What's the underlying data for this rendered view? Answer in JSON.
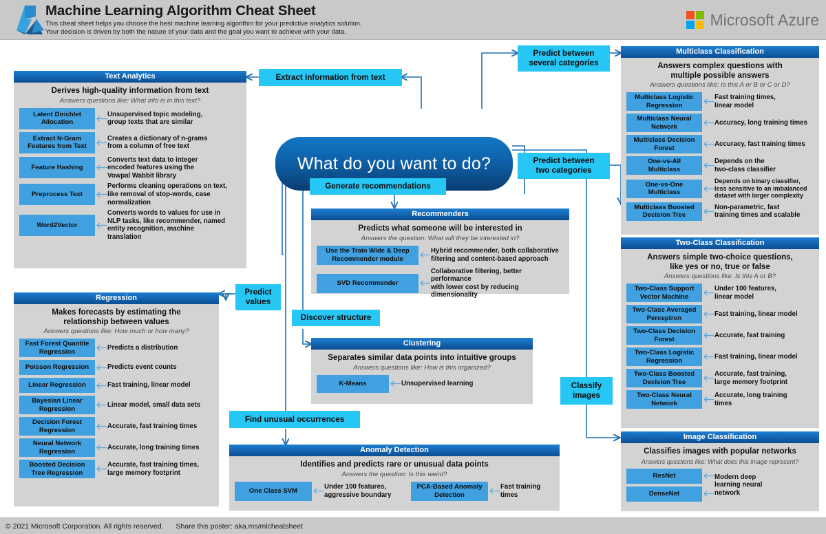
{
  "header": {
    "title": "Machine Learning Algorithm Cheat Sheet",
    "subtitle_line1": "This cheat sheet helps you choose the best machine learning algorithm for your predictive analytics solution.",
    "subtitle_line2": "Your decision is driven by both the nature of your data and the goal you want to achieve with your data.",
    "brand": "Microsoft Azure",
    "logo_icon": "azure-logo-icon",
    "brand_icon": "microsoft-squares-icon"
  },
  "footer": {
    "copyright": "© 2021 Microsoft Corporation. All rights reserved.",
    "share": "Share this poster: aka.ms/mlcheatsheet"
  },
  "hub": {
    "label": "What do you want to do?"
  },
  "colors": {
    "panel_header_top": "#1d7fd1",
    "panel_header_bottom": "#0b4d92",
    "panel_body": "#d3d3d3",
    "algo_box": "#41a0e0",
    "decision": "#26c6f5",
    "connector": "#1f6fb2",
    "header_bg": "#c9c9c9",
    "ms_red": "#f25022",
    "ms_green": "#7fba00",
    "ms_blue": "#00a4ef",
    "ms_yellow": "#ffb900"
  },
  "decisions": [
    {
      "id": "extract-information-from-text",
      "label": "Extract information from text"
    },
    {
      "id": "predict-between-several-categories",
      "label": "Predict between\nseveral categories"
    },
    {
      "id": "predict-between-two-categories",
      "label": "Predict between\ntwo categories"
    },
    {
      "id": "generate-recommendations",
      "label": "Generate recommendations"
    },
    {
      "id": "predict-values",
      "label": "Predict\nvalues"
    },
    {
      "id": "discover-structure",
      "label": "Discover structure"
    },
    {
      "id": "classify-images",
      "label": "Classify\nimages"
    },
    {
      "id": "find-unusual-occurrences",
      "label": "Find unusual occurrences"
    }
  ],
  "panels": {
    "text_analytics": {
      "header": "Text Analytics",
      "title": "Derives high-quality information from text",
      "subtitle": "Answers questions like: What info is in this text?",
      "algorithms": [
        {
          "name": "Latent Dirichlet\nAllocation",
          "desc": "Unsupervised topic modeling,\ngroup texts that are similar"
        },
        {
          "name": "Extract N-Gram\nFeatures from Text",
          "desc": "Creates a dictionary of n-grams\nfrom a column of free text"
        },
        {
          "name": "Feature Hashing",
          "desc": "Converts text data to integer\nencoded features using the\nVowpal Wabbit library"
        },
        {
          "name": "Preprocess Text",
          "desc": "Performs cleaning operations on text,\nlike removal of stop-words, case\nnormalization"
        },
        {
          "name": "Word2Vector",
          "desc": "Converts words to values for use in\nNLP tasks, like recommender, named\nentity recognition, machine\ntranslation"
        }
      ]
    },
    "regression": {
      "header": "Regression",
      "title": "Makes forecasts by estimating the\nrelationship between values",
      "subtitle": "Answers questions like: How much or how many?",
      "algorithms": [
        {
          "name": "Fast Forest Quantile\nRegression",
          "desc": "Predicts a distribution"
        },
        {
          "name": "Poisson Regression",
          "desc": "Predicts event counts"
        },
        {
          "name": "Linear Regression",
          "desc": "Fast training, linear model"
        },
        {
          "name": "Bayesian Linear\nRegression",
          "desc": "Linear model, small data sets"
        },
        {
          "name": "Decision Forest\nRegression",
          "desc": "Accurate, fast training times"
        },
        {
          "name": "Neural Network\nRegression",
          "desc": "Accurate, long training times"
        },
        {
          "name": "Boosted Decision\nTree Regression",
          "desc": "Accurate, fast training times,\nlarge memory footprint"
        }
      ]
    },
    "recommenders": {
      "header": "Recommenders",
      "title": "Predicts what someone will be interested in",
      "subtitle": "Answers the question: What will they be interested in?",
      "algorithms": [
        {
          "name": "Use the Train Wide & Deep\nRecommender module",
          "desc": "Hybrid recommender, both collaborative\nfiltering and content-based approach"
        },
        {
          "name": "SVD Recommender",
          "desc": "Collaborative filtering, better performance\nwith lower cost by reducing dimensionality"
        }
      ]
    },
    "clustering": {
      "header": "Clustering",
      "title": "Separates similar data points into intuitive groups",
      "subtitle": "Answers questions like: How is this organized?",
      "algorithms": [
        {
          "name": "K-Means",
          "desc": "Unsupervised learning"
        }
      ]
    },
    "anomaly_detection": {
      "header": "Anomaly Detection",
      "title": "Identifies and predicts rare or unusual data points",
      "subtitle": "Answers the question: Is this weird?",
      "algorithms": [
        {
          "name": "One Class SVM",
          "desc": "Under 100 features,\naggressive boundary"
        },
        {
          "name": "PCA-Based Anomaly\nDetection",
          "desc": "Fast training times"
        }
      ]
    },
    "multiclass_classification": {
      "header": "Multiclass Classification",
      "title": "Answers complex questions with\nmultiple possible answers",
      "subtitle": "Answers questions like: Is this A or B or C or D?",
      "algorithms": [
        {
          "name": "Multiclass Logistic\nRegression",
          "desc": "Fast training times,\nlinear model"
        },
        {
          "name": "Multiclass Neural\nNetwork",
          "desc": "Accuracy, long training times"
        },
        {
          "name": "Multiclass Decision\nForest",
          "desc": "Accuracy, fast training times"
        },
        {
          "name": "One-vs-All\nMulticlass",
          "desc": "Depends on the\ntwo-class classifier"
        },
        {
          "name": "One-vs-One\nMulticlass",
          "desc": "Depends on binary classifier,\nless sensitive to an imbalanced\ndataset with larger complexity"
        },
        {
          "name": "Multiclass Boosted\nDecision Tree",
          "desc": "Non-parametric, fast\ntraining times and scalable"
        }
      ]
    },
    "two_class_classification": {
      "header": "Two-Class Classification",
      "title": "Answers simple two-choice questions,\nlike yes or no, true or false",
      "subtitle": "Answers questions like: Is this A or B?",
      "algorithms": [
        {
          "name": "Two-Class Support\nVector Machine",
          "desc": "Under 100 features,\nlinear model"
        },
        {
          "name": "Two-Class Averaged\nPerceptron",
          "desc": "Fast training, linear model"
        },
        {
          "name": "Two-Class Decision\nForest",
          "desc": "Accurate, fast training"
        },
        {
          "name": "Two-Class Logistic\nRegression",
          "desc": "Fast training, linear model"
        },
        {
          "name": "Two-Class Boosted\nDecision Tree",
          "desc": "Accurate, fast training,\nlarge memory footprint"
        },
        {
          "name": "Two-Class Neural\nNetwork",
          "desc": "Accurate, long training\ntimes"
        }
      ]
    },
    "image_classification": {
      "header": "Image Classification",
      "title": "Classifies images with popular networks",
      "subtitle": "Answers questions like: What does this image represent?",
      "algorithms": [
        {
          "name": "ResNet",
          "desc": "Modern deep\nlearning neural\nnetwork"
        },
        {
          "name": "DenseNet",
          "desc": ""
        }
      ]
    }
  }
}
